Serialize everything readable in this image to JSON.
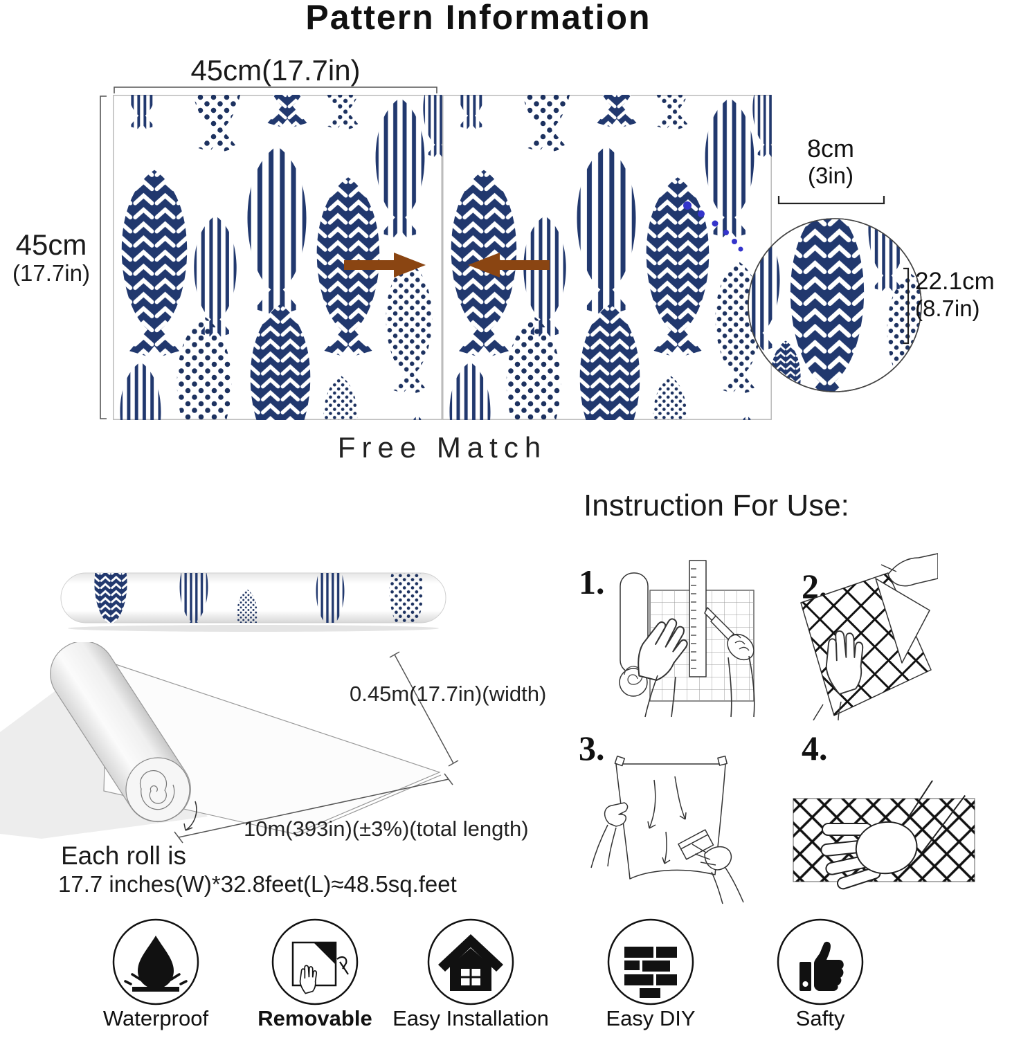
{
  "title": "Pattern Information",
  "pattern_section": {
    "tile_width_label": "45cm(17.7in)",
    "tile_height_label_1": "45cm",
    "tile_height_label_2": "(17.7in)",
    "free_match_label": "Free Match",
    "mag_width_label_1": "8cm",
    "mag_width_label_2": "(3in)",
    "mag_height_label_1": "22.1cm",
    "mag_height_label_2": "(8.7in)",
    "colors": {
      "fish_navy": "#21386e",
      "match_arrow_brown": "#8a4512",
      "connector_blue": "#3434cb"
    }
  },
  "instructions": {
    "heading": "Instruction For Use:",
    "steps": [
      {
        "number": "1.",
        "icon": "measure-and-cut-illustration"
      },
      {
        "number": "2.",
        "icon": "peel-backing-illustration"
      },
      {
        "number": "3.",
        "icon": "hang-and-smooth-illustration"
      },
      {
        "number": "4.",
        "icon": "press-flat-illustration"
      }
    ]
  },
  "roll_section": {
    "width_label": "0.45m(17.7in)(width)",
    "length_label": "10m(393in)(±3%)(total length)",
    "summary_line1": "Each roll is",
    "summary_line2": "17.7 inches(W)*32.8feet(L)≈48.5sq.feet"
  },
  "features": [
    {
      "label": "Waterproof",
      "icon": "water-drop-icon"
    },
    {
      "label": "Removable",
      "icon": "peel-off-icon"
    },
    {
      "label": "Easy Installation",
      "icon": "house-icon"
    },
    {
      "label": "Easy DIY",
      "icon": "brick-wall-icon"
    },
    {
      "label": "Safty",
      "icon": "thumbs-up-icon"
    }
  ]
}
